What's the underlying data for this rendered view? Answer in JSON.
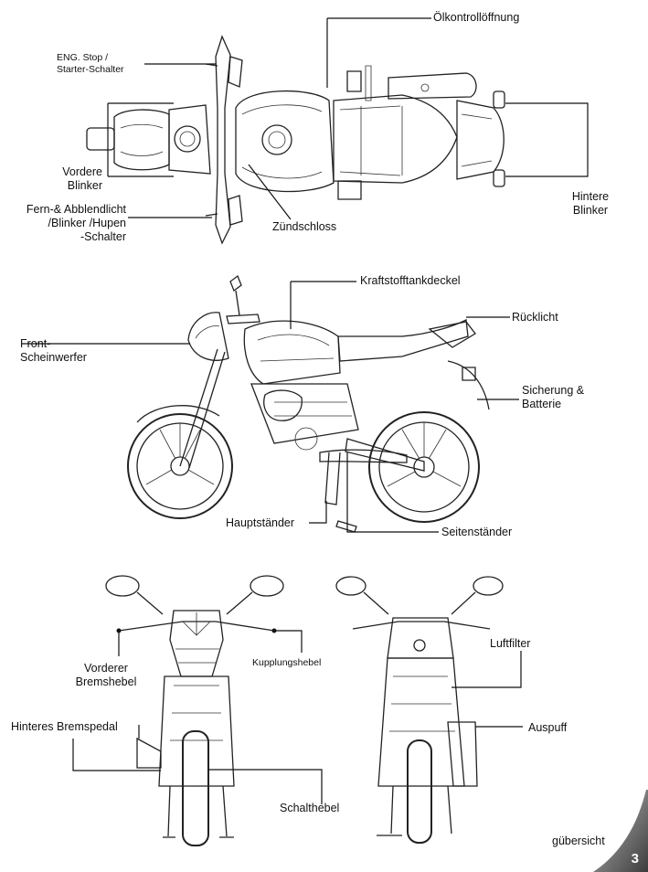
{
  "labels": {
    "oil_check": "Ölkontrollöffnung",
    "eng_stop_1": "ENG. Stop /",
    "eng_stop_2": "Starter-Schalter",
    "front_blinker_1": "Vordere",
    "front_blinker_2": "Blinker",
    "light_switch_1": "Fern-& Abblendlicht",
    "light_switch_2": "/Blinker /Hupen",
    "light_switch_3": "-Schalter",
    "ignition": "Zündschloss",
    "rear_blinker_1": "Hintere",
    "rear_blinker_2": "Blinker",
    "fuel_cap": "Kraftstofftankdeckel",
    "tail_light": "Rücklicht",
    "headlight_1": "Front-",
    "headlight_2": "Scheinwerfer",
    "fuse_1": "Sicherung &",
    "fuse_2": "Batterie",
    "main_stand": "Hauptständer",
    "side_stand": "Seitenständer",
    "front_brake_1": "Vorderer",
    "front_brake_2": "Bremshebel",
    "clutch": "Kupplungshebel",
    "air_filter": "Luftfilter",
    "rear_brake": "Hinteres Bremspedal",
    "exhaust": "Auspuff",
    "shift": "Schalthebel"
  },
  "footer": {
    "section": "gübersicht",
    "page": "3"
  }
}
